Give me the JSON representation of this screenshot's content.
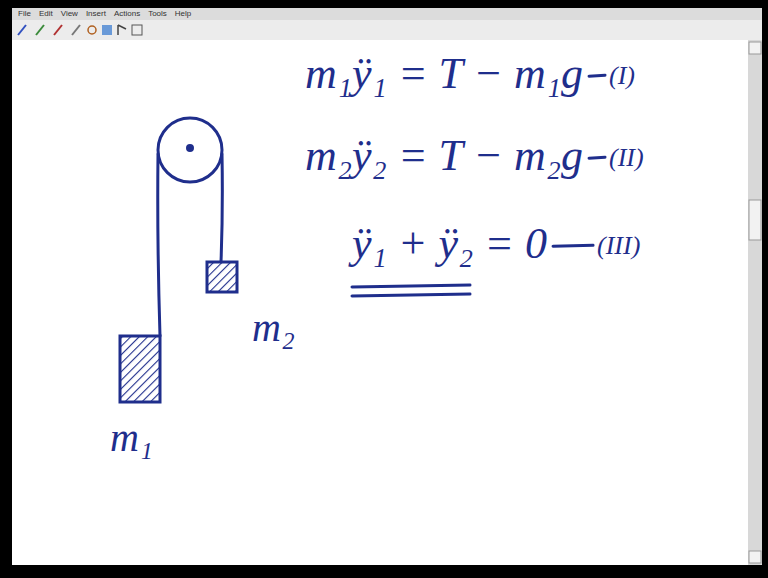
{
  "diagram": {
    "labels": [
      "File",
      "Edit",
      "View",
      "Insert",
      "Actions",
      "Tools",
      "Help",
      "m₁ÿ₁ = T − m₁g",
      "(I)",
      "m₂ÿ₂ = T − m₂g",
      "(II)",
      "ÿ₁ + ÿ₂ = 0",
      "(III)",
      "m₂",
      "m₁"
    ]
  }
}
